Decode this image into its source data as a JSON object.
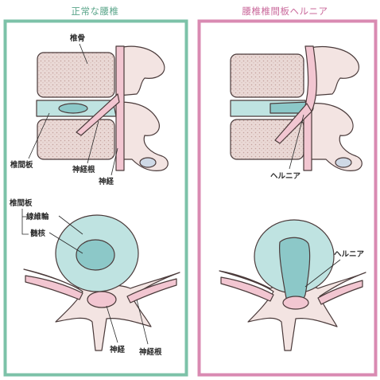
{
  "panels": {
    "left": {
      "title": "正常な腰椎",
      "frame_color": "#7cc2a8",
      "labels": {
        "bone": "椎骨",
        "disc": "椎間板",
        "nerve_root": "神経根",
        "nerve": "神経",
        "disc_top": "椎間板",
        "annulus": "線維輪",
        "nucleus": "髄核",
        "nerve_bottom": "神経",
        "nerve_root_bottom": "神経根"
      }
    },
    "right": {
      "title": "腰椎椎間板ヘルニア",
      "frame_color": "#d98ab2",
      "labels": {
        "hernia_side": "ヘルニア",
        "hernia_top": "ヘルニア"
      }
    }
  },
  "colors": {
    "bone_fill": "#e8d8d6",
    "bone_dots": "#c9a9a4",
    "vertebra_fill": "#f3e4e2",
    "disc_fill": "#bfe3e1",
    "nucleus_fill": "#8cc8c8",
    "nerve_fill": "#f2c6d1",
    "outline": "#4a3a3a"
  }
}
